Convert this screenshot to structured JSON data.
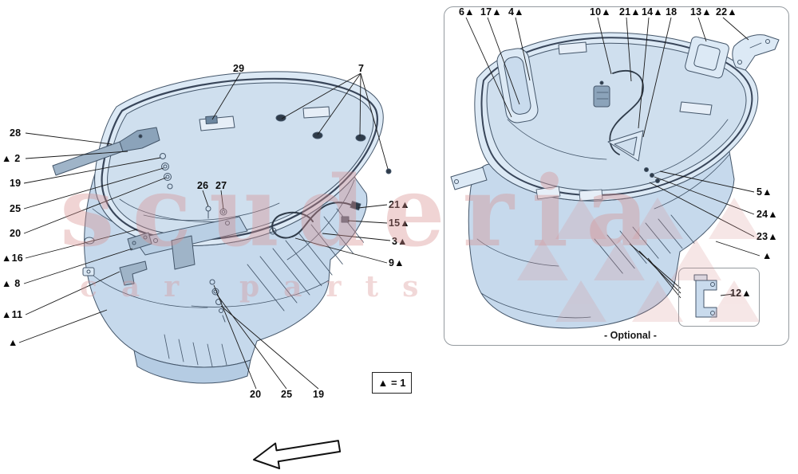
{
  "watermark": {
    "word1": "scuderia",
    "word2": "car",
    "word3": "parts",
    "color": "#d89090"
  },
  "legend": {
    "text": "▲ = 1"
  },
  "left_diagram": {
    "callouts": [
      {
        "label": "29"
      },
      {
        "label": "7"
      },
      {
        "label": "28"
      },
      {
        "label": "▲ 2"
      },
      {
        "label": "19"
      },
      {
        "label": "25"
      },
      {
        "label": "20"
      },
      {
        "label": "▲16"
      },
      {
        "label": "▲ 8"
      },
      {
        "label": "▲11"
      },
      {
        "label": "▲"
      },
      {
        "label": "26"
      },
      {
        "label": "27"
      },
      {
        "label": "21▲"
      },
      {
        "label": "15▲"
      },
      {
        "label": "3▲"
      },
      {
        "label": "9▲"
      },
      {
        "label": "20"
      },
      {
        "label": "25"
      },
      {
        "label": "19"
      }
    ]
  },
  "right_diagram": {
    "optional_label": "- Optional -",
    "callouts": [
      {
        "label": "6▲"
      },
      {
        "label": "17▲"
      },
      {
        "label": "4▲"
      },
      {
        "label": "10▲"
      },
      {
        "label": "21▲"
      },
      {
        "label": "14▲"
      },
      {
        "label": "18"
      },
      {
        "label": "13▲"
      },
      {
        "label": "22▲"
      },
      {
        "label": "5▲"
      },
      {
        "label": "24▲"
      },
      {
        "label": "23▲"
      },
      {
        "label": "▲"
      },
      {
        "label": "12▲"
      }
    ]
  },
  "colors": {
    "line": "#44566a",
    "fill_light": "#dce9f5",
    "fill_mid": "#c6d9ec",
    "fill_dark": "#8ba3ba",
    "leader": "#1a1a1a",
    "box_border": "#949a9f",
    "watermark": "#d89090"
  }
}
